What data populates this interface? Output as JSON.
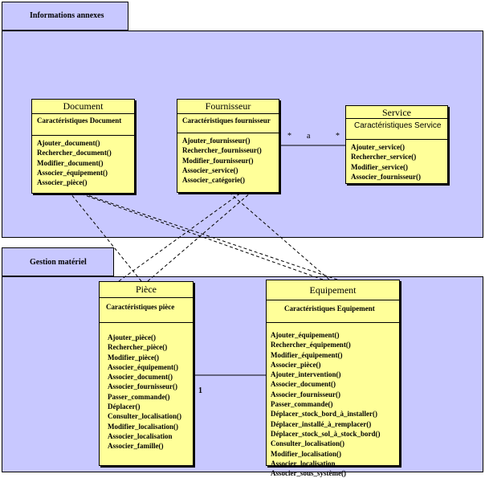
{
  "packages": {
    "annexes": {
      "title": "Informations annexes"
    },
    "materiel": {
      "title": "Gestion matériel"
    }
  },
  "classes": {
    "document": {
      "name": "Document",
      "attributes": "Caractéristiques Document",
      "operations": [
        "Ajouter_document()",
        "Rechercher_document()",
        "Modifier_document()",
        "Associer_équipement()",
        "Associer_pièce()"
      ]
    },
    "fournisseur": {
      "name": "Fournisseur",
      "attributes": "Caractéristiques fournisseur",
      "operations": [
        "Ajouter_fournisseur()",
        "Rechercher_fournisseur()",
        "Modifier_fournisseur()",
        "Associer_service()",
        "Associer_catégorie()"
      ]
    },
    "service": {
      "name": "Service",
      "attributes": "Caractéristiques Service",
      "operations": [
        "Ajouter_service()",
        "Rechercher_service()",
        "Modifier_service()",
        "Associer_fournisseur()"
      ]
    },
    "piece": {
      "name": "Pièce",
      "attributes": "Caractéristiques pièce",
      "operations": [
        "Ajouter_pièce()",
        "Rechercher_pièce()",
        "Modifier_pièce()",
        "Associer_équipement()",
        "Associer_document()",
        "Associer_fournisseur()",
        "Passer_commande()",
        "Déplacer()",
        "Consulter_localisation()",
        "Modifier_localisation()",
        "Associer_localisation",
        "Associer_famille()"
      ]
    },
    "equipement": {
      "name": "Equipement",
      "attributes": "Caractéristiques Equipement",
      "operations": [
        "Ajouter_équipement()",
        "Rechercher_équipement()",
        "Modifier_équipement()",
        "Associer_pièce()",
        "Ajouter_intervention()",
        "Associer_document()",
        "Associer_fournisseur()",
        "Passer_commande()",
        "Déplacer_stock_bord_à_installer()",
        "Déplacer_installé_à_remplacer()",
        "Déplacer_stock_sol_à_stock_bord()",
        "Consulter_localisation()",
        "Modifier_localisation()",
        "Associer_localisation",
        "Associer_sous_système()"
      ]
    }
  },
  "associations": {
    "fournisseur_service": {
      "mult_left": "*",
      "name": "a",
      "mult_right": "*"
    },
    "piece_equipement": {
      "mult": "1"
    }
  }
}
